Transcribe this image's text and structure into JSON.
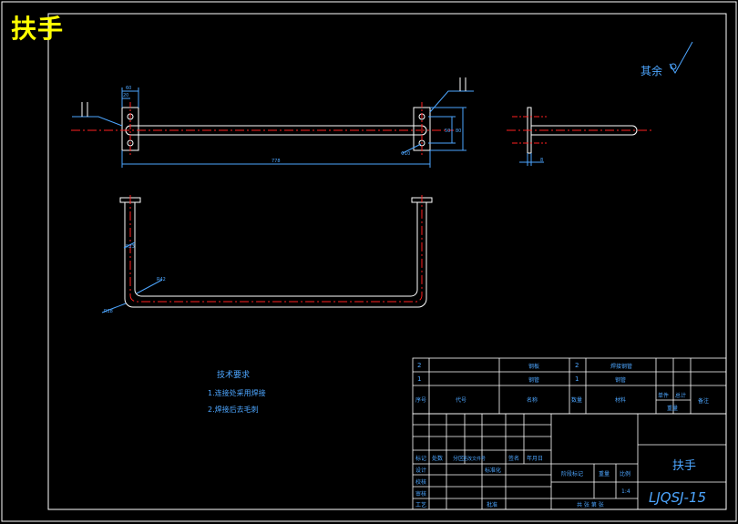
{
  "header": {
    "title": "扶手"
  },
  "surface_finish": {
    "label": "其余"
  },
  "technical_requirements": {
    "title": "技术要求",
    "items": [
      "1.连接处采用焊接",
      "2.焊接后去毛刺"
    ]
  },
  "dimensions": {
    "length": "778",
    "plate_width": "60",
    "plate_offset": "20",
    "plate_height": "80",
    "hole_spacing": "50",
    "hole_dia": "Φ10",
    "radius_bend": "R42",
    "radius_inner": "R23",
    "radius_outer": "R18",
    "thickness": "8"
  },
  "parts_list": {
    "rows": [
      {
        "index": "2",
        "spec": "钢板",
        "no": "2",
        "name": "焊接钢管"
      },
      {
        "index": "1",
        "spec": "钢管",
        "no": "1",
        "name": "钢管"
      }
    ],
    "header": {
      "c1": "序号",
      "c2": "代号",
      "c3": "名称",
      "c4": "数量",
      "c5": "材料",
      "c6a": "单件",
      "c6b": "总计",
      "c6c": "重量",
      "c7": "备注"
    }
  },
  "title_block": {
    "part_name": "扶手",
    "drawing_no": "LJQSJ-15",
    "row_labels": [
      "标记",
      "设计",
      "校核",
      "审核",
      "工艺"
    ],
    "change_labels": [
      "处数",
      "分区",
      "更改文件号",
      "签名",
      "年月日"
    ],
    "std_label": "标准化",
    "approve_label": "批准",
    "stage_label": "阶段标记",
    "weight_label": "重量",
    "scale_label": "比例",
    "scale_value": "1:4",
    "sheets_label": "共 张 第 张"
  }
}
